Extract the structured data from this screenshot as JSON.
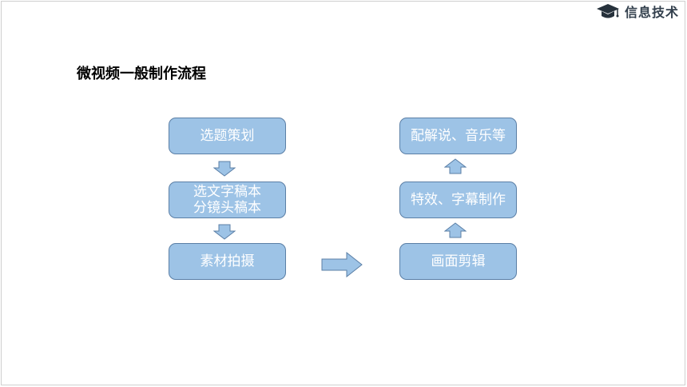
{
  "header": {
    "brand_text": "信息技术",
    "brand_icon": "graduation-cap-icon",
    "brand_color": "#33404d"
  },
  "slide": {
    "title": "微视频一般制作流程"
  },
  "flow": {
    "box_fill": "#9dc3e6",
    "box_border": "#5b7fa6",
    "left": {
      "step1": "选题策划",
      "step2_line1": "选文字稿本",
      "step2_line2": "分镜头稿本",
      "step3": "素材拍摄"
    },
    "right": {
      "step1": "画面剪辑",
      "step2": "特效、字幕制作",
      "step3": "配解说、音乐等"
    }
  }
}
